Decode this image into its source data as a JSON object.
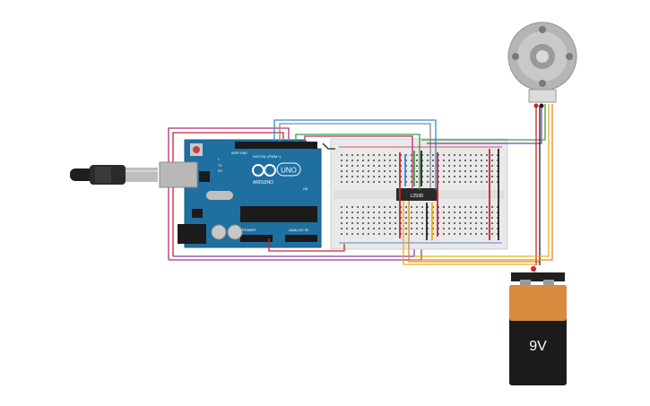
{
  "arduino": {
    "brand": "ARDUINO",
    "model": "UNO",
    "digital_header_label": "DIGITAL (PWM~)",
    "power_header_label": "POWER",
    "analog_header_label": "ANALOG IN",
    "aref_label": "AREF",
    "gnd_label": "GND",
    "tx_label": "TX",
    "rx_label": "RX",
    "l_label": "L",
    "on_label": "ON"
  },
  "breadboard": {
    "ic_label": "L293D"
  },
  "battery": {
    "voltage_label": "9V"
  },
  "colors": {
    "arduino_board": "#1f6fa0",
    "usb_cable": "#2a2a2a",
    "breadboard": "#e9e9e9",
    "battery_body": "#1b1b1b",
    "battery_band": "#d98a3e",
    "wire_magenta": "#b0307a",
    "wire_red": "#d0232a",
    "wire_black": "#202020",
    "wire_blue": "#2b8fd6",
    "wire_green": "#3aa03a",
    "wire_yellow": "#e3b21b",
    "wire_orange": "#e88a1a",
    "wire_purple": "#7a3fb5",
    "wire_gray": "#8a8a8a"
  }
}
